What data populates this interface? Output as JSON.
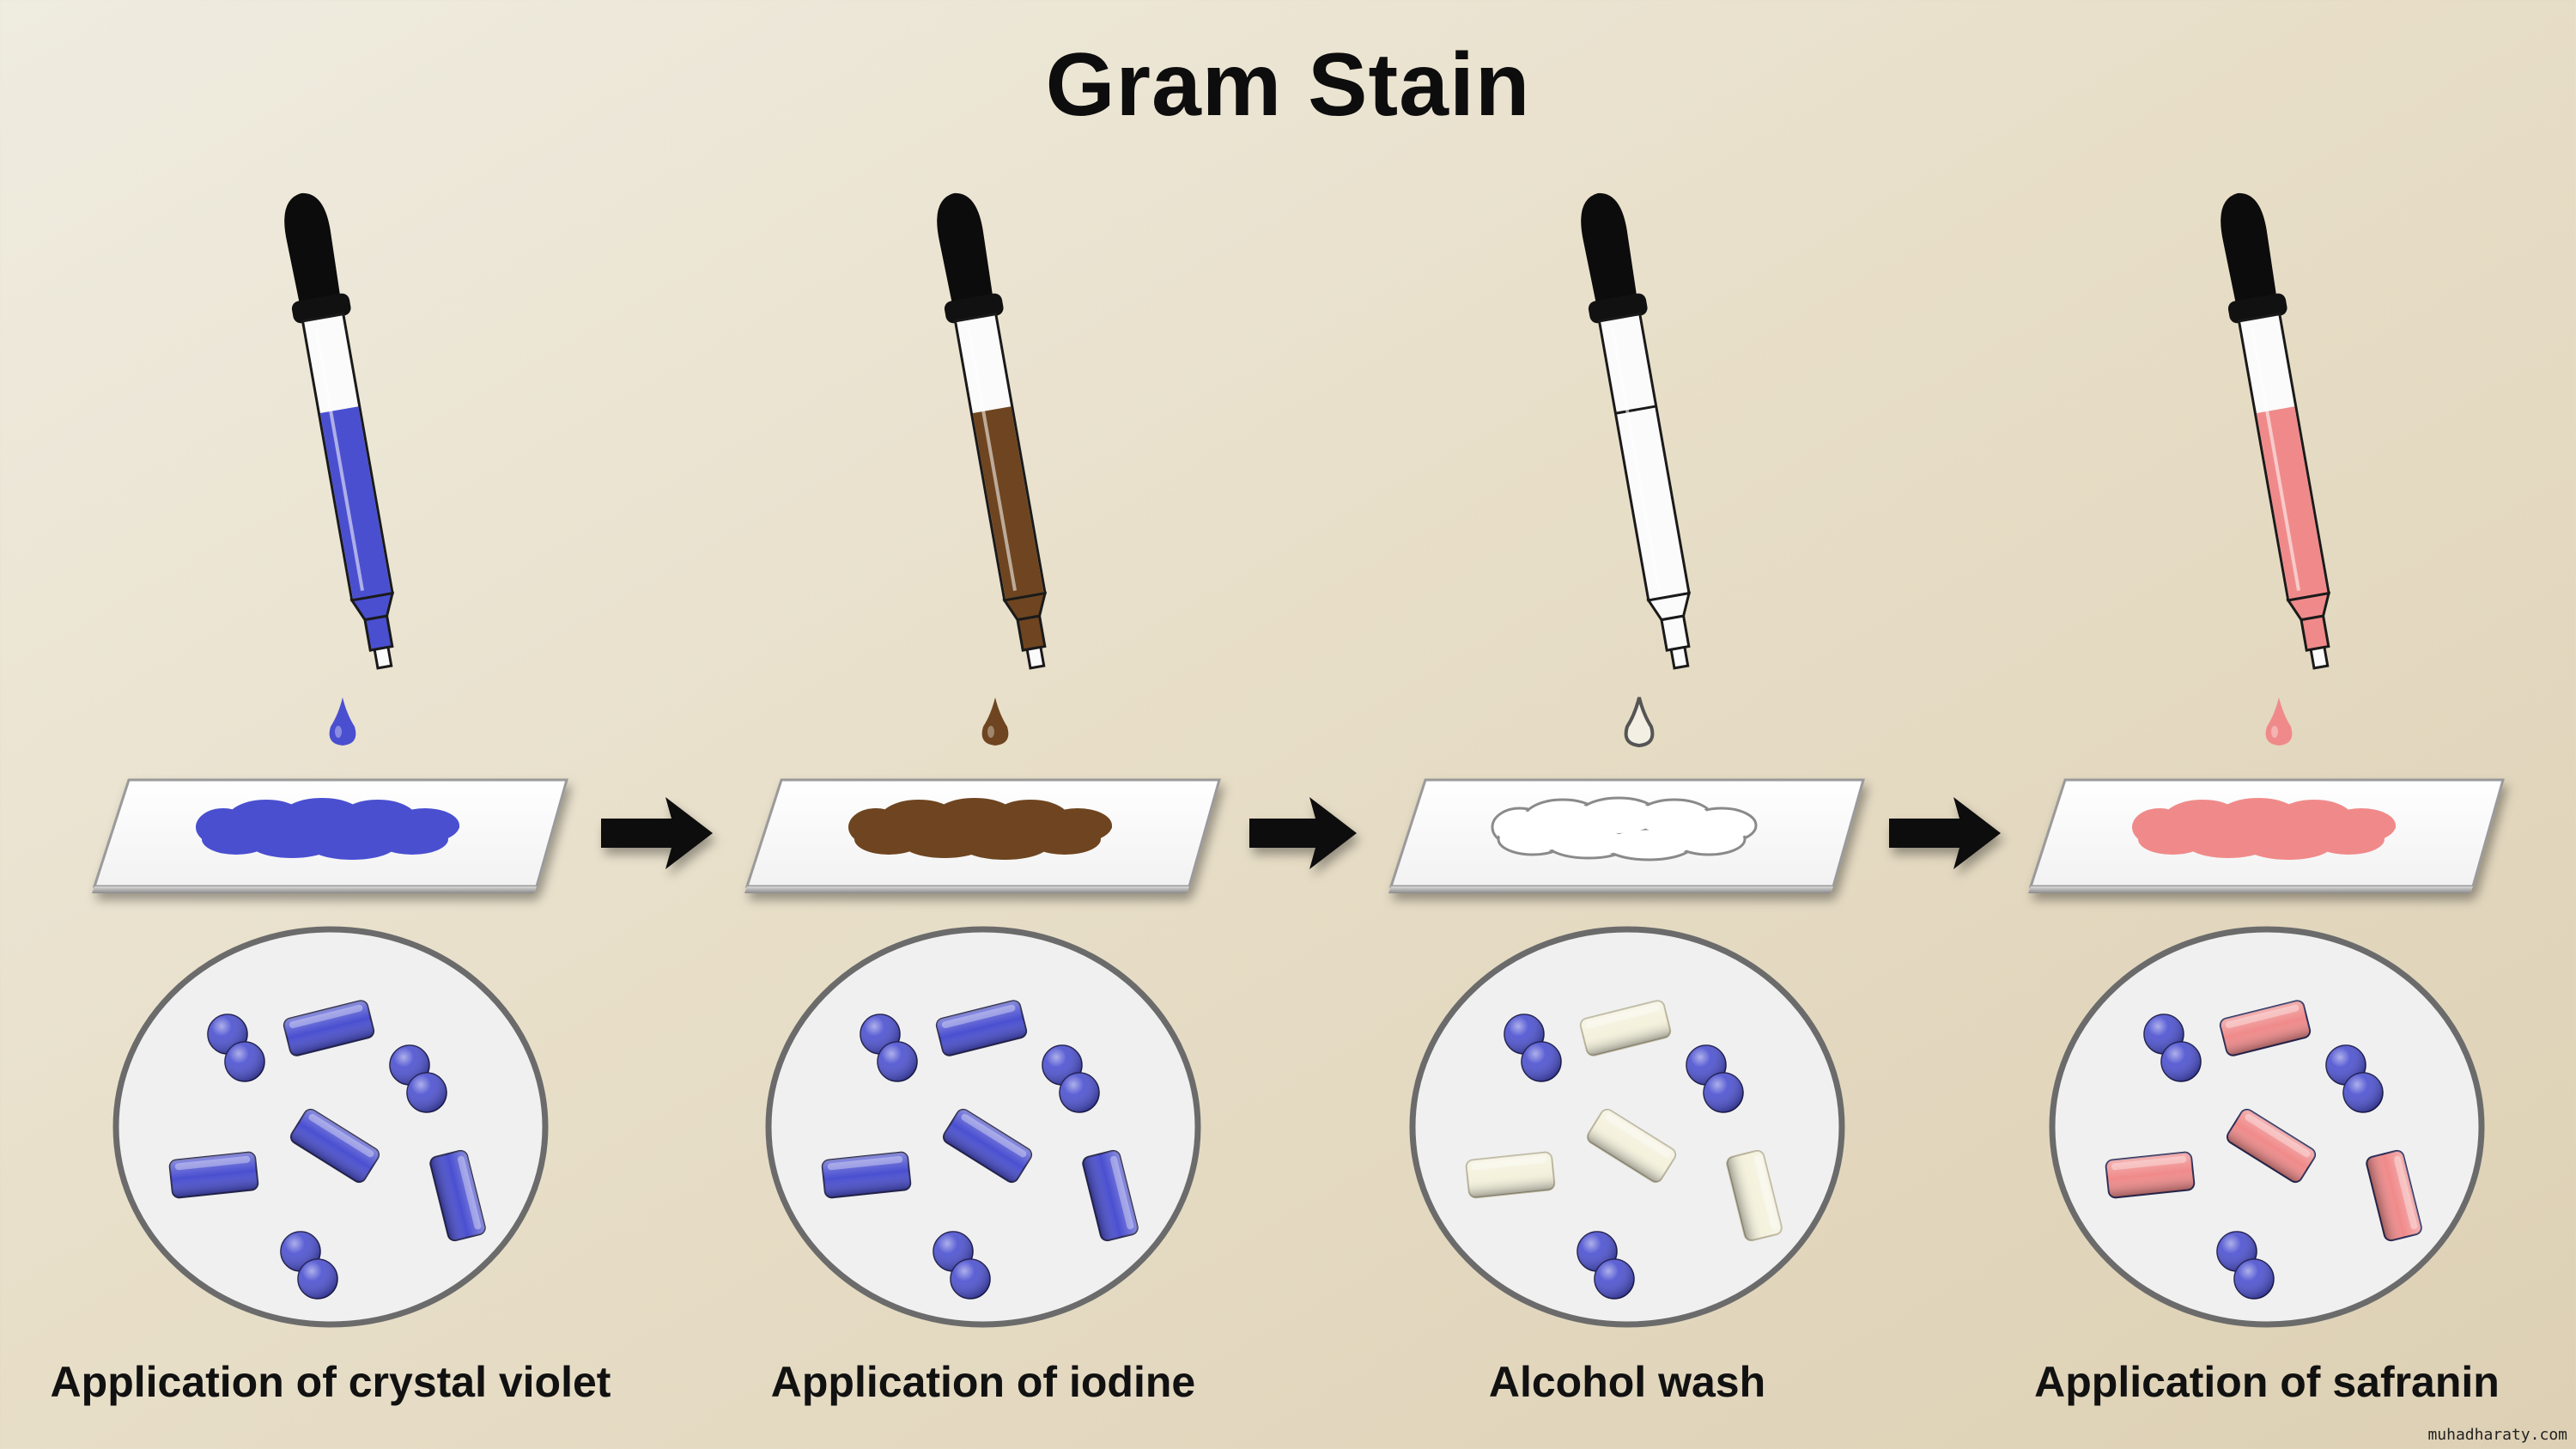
{
  "title": "Gram Stain",
  "steps": [
    {
      "label": "Application of crystal violet",
      "fill": "#4a4fd0",
      "rods": "#4a4fd0",
      "cocci": "#4a4fd0",
      "outline_only": false
    },
    {
      "label": "Application of iodine",
      "fill": "#6e4520",
      "rods": "#4a4fd0",
      "cocci": "#4a4fd0",
      "outline_only": false
    },
    {
      "label": "Alcohol wash",
      "fill": "#ffffff",
      "rods": "#f4f1dc",
      "cocci": "#4a4fd0",
      "outline_only": true
    },
    {
      "label": "Application of safranin",
      "fill": "#f08a8a",
      "rods": "#f08a8a",
      "cocci": "#4a4fd0",
      "outline_only": false
    }
  ],
  "watermark": "muhadharaty.com"
}
